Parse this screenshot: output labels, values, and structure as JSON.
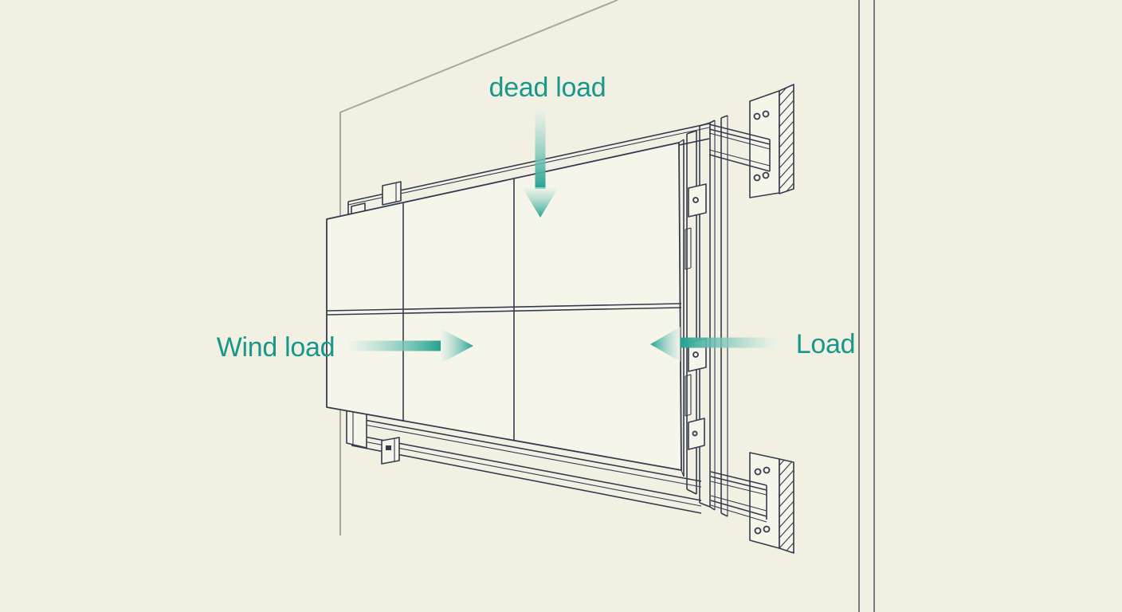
{
  "scene": {
    "background": "#f1f0e2",
    "panel_fill": "#f6f5ea",
    "ink_line": "#353b4f",
    "wall_outline_gray": "#a8a79d",
    "accent_text": "#18988a",
    "arrow_teal": "#24a290",
    "arrow_light": "#ecf4ec"
  },
  "labels": {
    "dead_load": "dead load",
    "wind_load": "Wind load",
    "load": "Load"
  },
  "diagram": {
    "type": "isometric technical illustration",
    "subject": "Cladding / facade panel system mounted to a wall with rails, mullion posts and anchor bracket plates",
    "panel_grid": {
      "rows": 2,
      "columns": 3
    },
    "arrows": [
      {
        "label": "dead load",
        "direction": "down"
      },
      {
        "label": "Wind load",
        "direction": "right"
      },
      {
        "label": "Load",
        "direction": "left"
      }
    ]
  }
}
